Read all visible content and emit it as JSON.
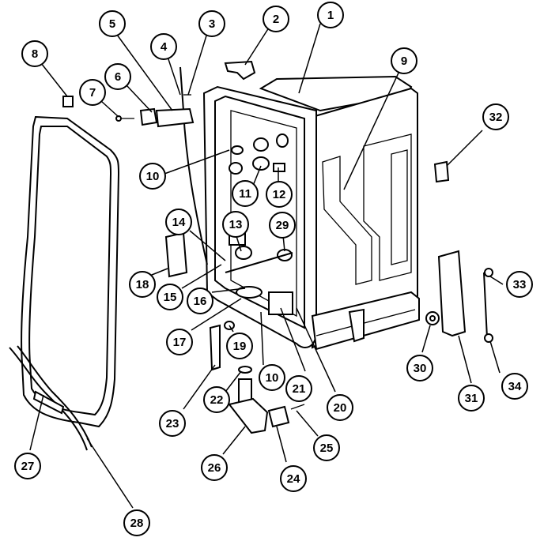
{
  "callouts": [
    {
      "label": "1"
    },
    {
      "label": "2"
    },
    {
      "label": "3"
    },
    {
      "label": "4"
    },
    {
      "label": "5"
    },
    {
      "label": "6"
    },
    {
      "label": "7"
    },
    {
      "label": "8"
    },
    {
      "label": "9"
    },
    {
      "label": "10"
    },
    {
      "label": "10"
    },
    {
      "label": "11"
    },
    {
      "label": "12"
    },
    {
      "label": "13"
    },
    {
      "label": "14"
    },
    {
      "label": "15"
    },
    {
      "label": "16"
    },
    {
      "label": "17"
    },
    {
      "label": "18"
    },
    {
      "label": "19"
    },
    {
      "label": "20"
    },
    {
      "label": "21"
    },
    {
      "label": "22"
    },
    {
      "label": "23"
    },
    {
      "label": "24"
    },
    {
      "label": "25"
    },
    {
      "label": "26"
    },
    {
      "label": "27"
    },
    {
      "label": "28"
    },
    {
      "label": "29"
    },
    {
      "label": "30"
    },
    {
      "label": "31"
    },
    {
      "label": "32"
    },
    {
      "label": "33"
    },
    {
      "label": "34"
    }
  ]
}
